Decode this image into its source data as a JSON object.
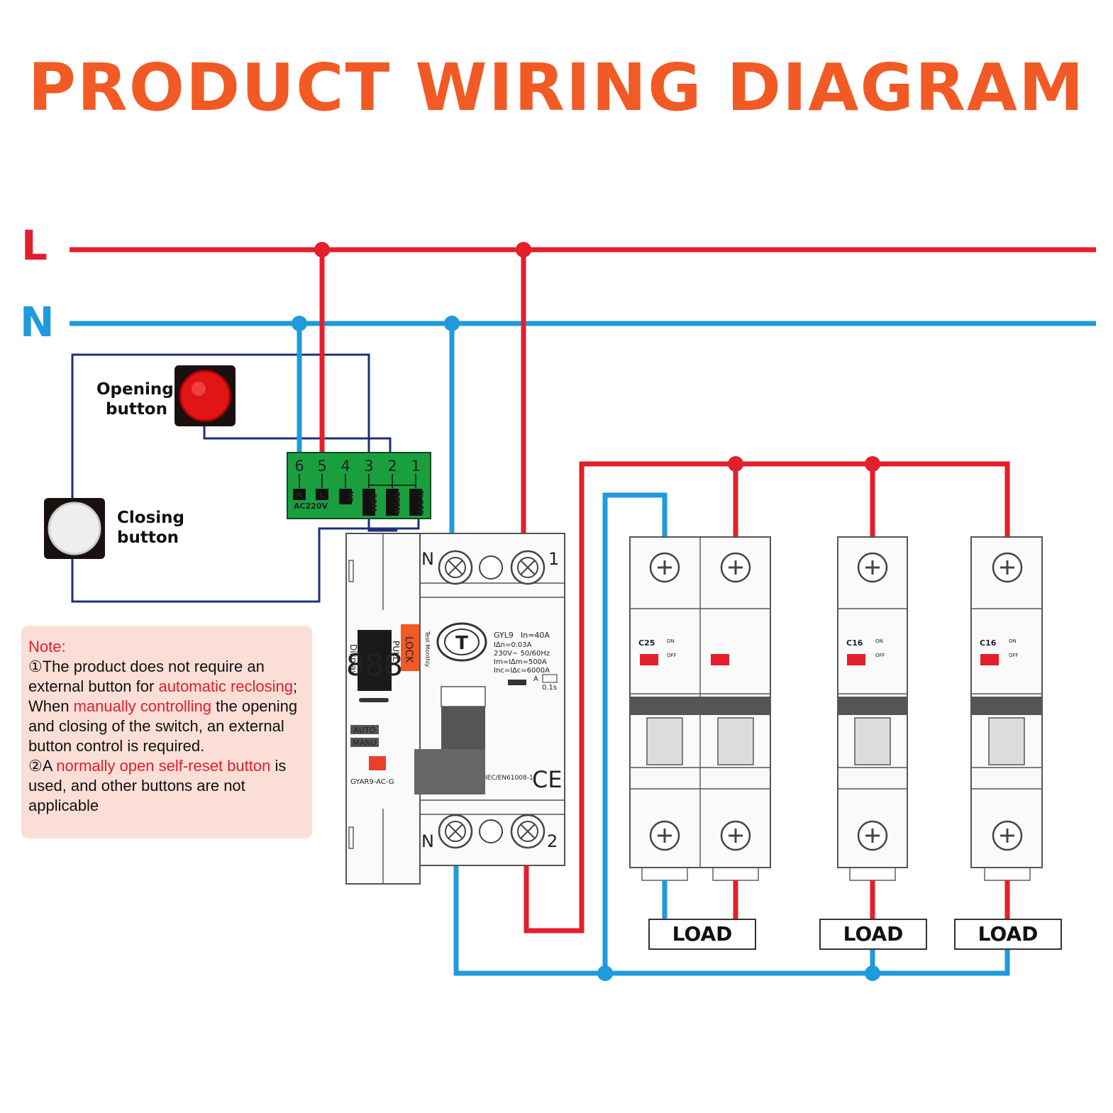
{
  "title": "PRODUCT WIRING DIAGRAM",
  "lines": {
    "live": "L",
    "neutral": "N"
  },
  "colors": {
    "title": "#f15a24",
    "live": "#e41e2b",
    "neutral": "#1e9bdc",
    "control": "#1f2f7a",
    "note_bg": "#fbdfd7",
    "highlight": "#e41e2b"
  },
  "buttons": {
    "opening": {
      "line1": "Opening",
      "line2": "button"
    },
    "closing": {
      "line1": "Closing",
      "line2": "button"
    }
  },
  "terminal_block": {
    "numbers": [
      "6",
      "5",
      "4",
      "3",
      "2",
      "1"
    ],
    "labels": [
      "N",
      "L",
      "NC",
      "COM",
      "OPEN",
      "CLOSE"
    ],
    "supply": "AC220V"
  },
  "main_breaker": {
    "terminal_top_n": "N",
    "terminal_top_1": "1",
    "terminal_bottom_n": "N",
    "terminal_bottom_2": "2",
    "model": "GYL9",
    "rating": "In=40A",
    "idn": "I∆n=0.03A",
    "voltage": "230V~ 50/60Hz",
    "im": "Im=I∆m=500A",
    "inc": "Inc=I∆c=6000A",
    "type_a": "A",
    "trip_time": "0.1s",
    "test": "T",
    "test_monthly": "Test Monthly",
    "display": "Display",
    "display_digits": "888",
    "pull": "PULL",
    "lock": "LOCK",
    "auto": "AUTO",
    "manu": "MANU",
    "module_model": "GYAR9-AC-G",
    "standard": "IEC/EN61008-1",
    "ce": "CE"
  },
  "mcbs": [
    {
      "rating": "C25",
      "on": "ON",
      "off": "OFF"
    },
    {
      "rating": "C16",
      "on": "ON",
      "off": "OFF"
    },
    {
      "rating": "C16",
      "on": "ON",
      "off": "OFF"
    }
  ],
  "loads": [
    "LOAD",
    "LOAD",
    "LOAD"
  ],
  "note": {
    "heading": "Note:",
    "p1_a": "①The product does not require an external button for ",
    "p1_hl": "automatic reclosing",
    "p1_b": ";",
    "p2_a": "When ",
    "p2_hl": "manually controlling",
    "p2_b": " the opening and closing of the switch, an external button control is required.",
    "p3_a": "②A ",
    "p3_hl": "normally open self-reset button",
    "p3_b": " is used, and other buttons are not applicable"
  }
}
